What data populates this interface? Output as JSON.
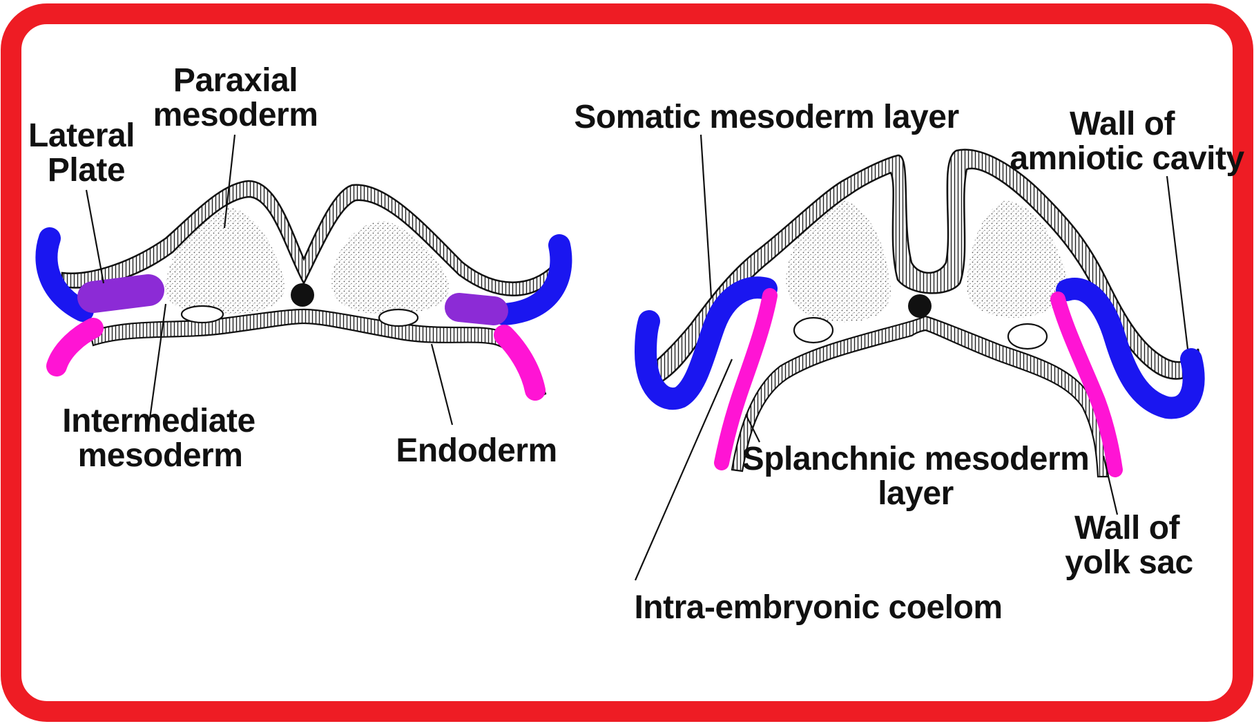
{
  "colors": {
    "frame": "#ee1c24",
    "somatic": "#1a16f0",
    "splanchnic": "#ff14d4",
    "intermediate": "#8c2bd6",
    "outline": "#111111"
  },
  "left_diagram": {
    "labels": {
      "paraxial_1": "Paraxial",
      "paraxial_2": "mesoderm",
      "lateral_1": "Lateral",
      "lateral_2": "Plate",
      "intermediate_1": "Intermediate",
      "intermediate_2": "mesoderm",
      "endoderm": "Endoderm"
    }
  },
  "right_diagram": {
    "labels": {
      "somatic": "Somatic mesoderm layer",
      "amnion_1": "Wall of",
      "amnion_2": "amniotic cavity",
      "splanchnic_1": "Splanchnic mesoderm",
      "splanchnic_2": "layer",
      "yolk_1": "Wall of",
      "yolk_2": "yolk sac",
      "coelom": "Intra-embryonic coelom"
    }
  }
}
